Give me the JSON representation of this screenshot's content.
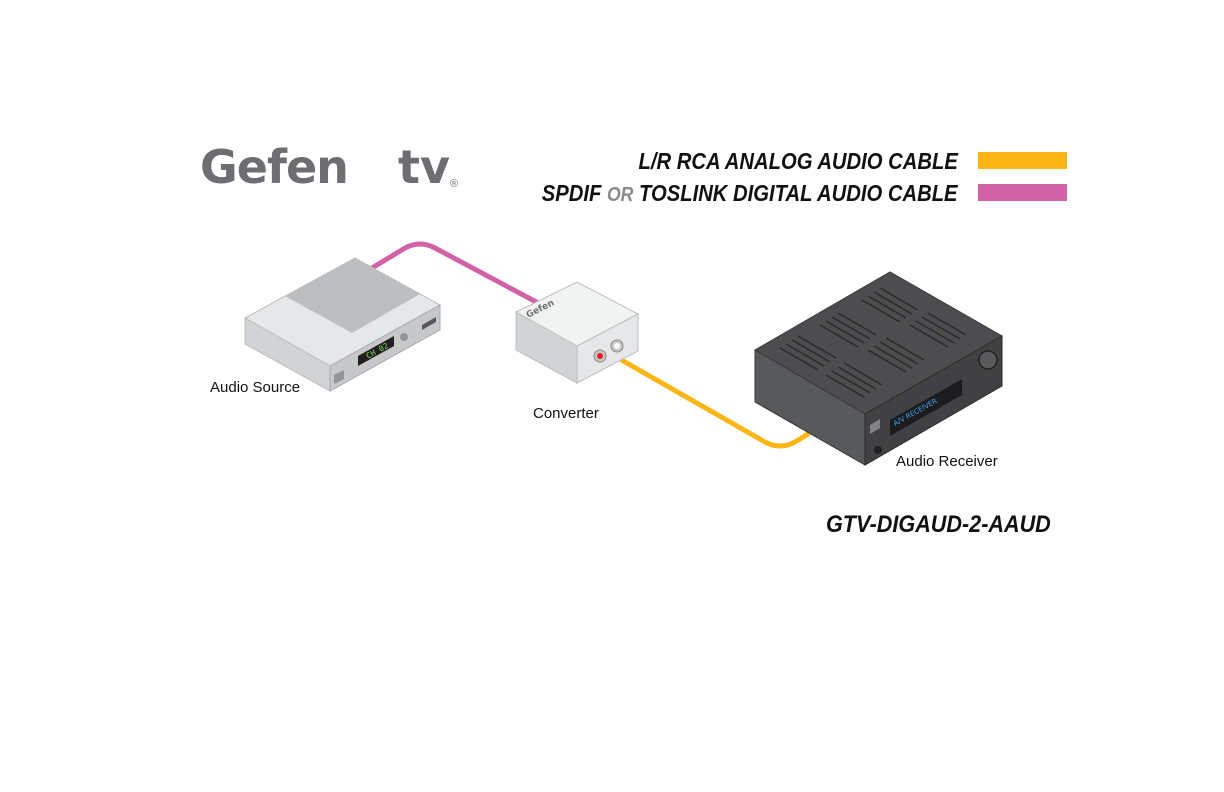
{
  "logo": {
    "brand": "Gefen",
    "suffix": "tv",
    "registered": "®"
  },
  "legend": {
    "analog_label": "L/R RCA ANALOG AUDIO CABLE",
    "digital_part1": "SPDIF",
    "digital_or": "OR",
    "digital_part2": "TOSLINK DIGITAL AUDIO CABLE",
    "analog_color": "#fbb616",
    "digital_color": "#d262a8"
  },
  "devices": {
    "source": "Audio Source",
    "converter": "Converter",
    "receiver": "Audio Receiver"
  },
  "displays": {
    "source_display": "CH 02",
    "converter_logo": "Gefen",
    "receiver_display": "A/V RECEIVER"
  },
  "model": "GTV-DIGAUD-2-AAUD"
}
